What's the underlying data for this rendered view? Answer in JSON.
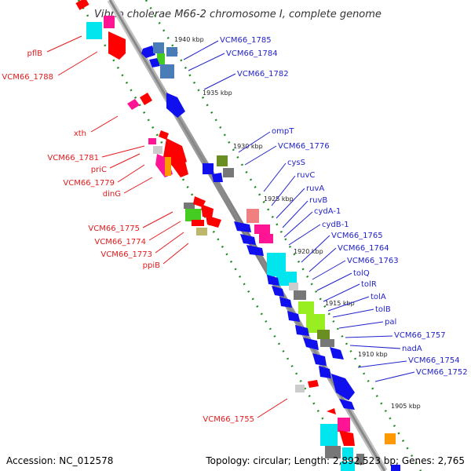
{
  "title": "Vibrio cholerae M66-2 chromosome I, complete genome",
  "accession": "Accession: NC_012578",
  "topology": "Topology: circular; Length: 2,892,523 bp; Genes: 2,765",
  "colors": {
    "backbone": "#999999",
    "dots": "#228b22",
    "left_label": "#e41a1c",
    "right_label": "#2222cc",
    "forward_gene": "#ff0000",
    "reverse_gene": "#1010ee",
    "cyan": "#00e5ee",
    "magenta": "#ff1493",
    "green": "#44cc22",
    "olive": "#6b8e23",
    "gray": "#777777",
    "lightgreen": "#99ee22",
    "steelblue": "#4a7db8",
    "orange": "#ff9900",
    "khaki": "#bdb76b",
    "salmon": "#f08080"
  },
  "kbp_ticks": [
    "1940 kbp",
    "1935 kbp",
    "1930 kbp",
    "1925 kbp",
    "1920 kbp",
    "1915 kbp",
    "1910 kbp",
    "1905 kbp"
  ],
  "left_labels": [
    "pflB",
    "VCM66_1788",
    "xth",
    "VCM66_1781",
    "priC",
    "VCM66_1779",
    "dinG",
    "VCM66_1775",
    "VCM66_1774",
    "VCM66_1773",
    "ppiB",
    "VCM66_1755"
  ],
  "right_labels": [
    "VCM66_1785",
    "VCM66_1784",
    "VCM66_1782",
    "ompT",
    "VCM66_1776",
    "cysS",
    "ruvC",
    "ruvA",
    "ruvB",
    "cydA-1",
    "cydB-1",
    "VCM66_1765",
    "VCM66_1764",
    "VCM66_1763",
    "tolQ",
    "tolR",
    "tolA",
    "tolB",
    "pal",
    "VCM66_1757",
    "nadA",
    "VCM66_1754",
    "VCM66_1752"
  ]
}
